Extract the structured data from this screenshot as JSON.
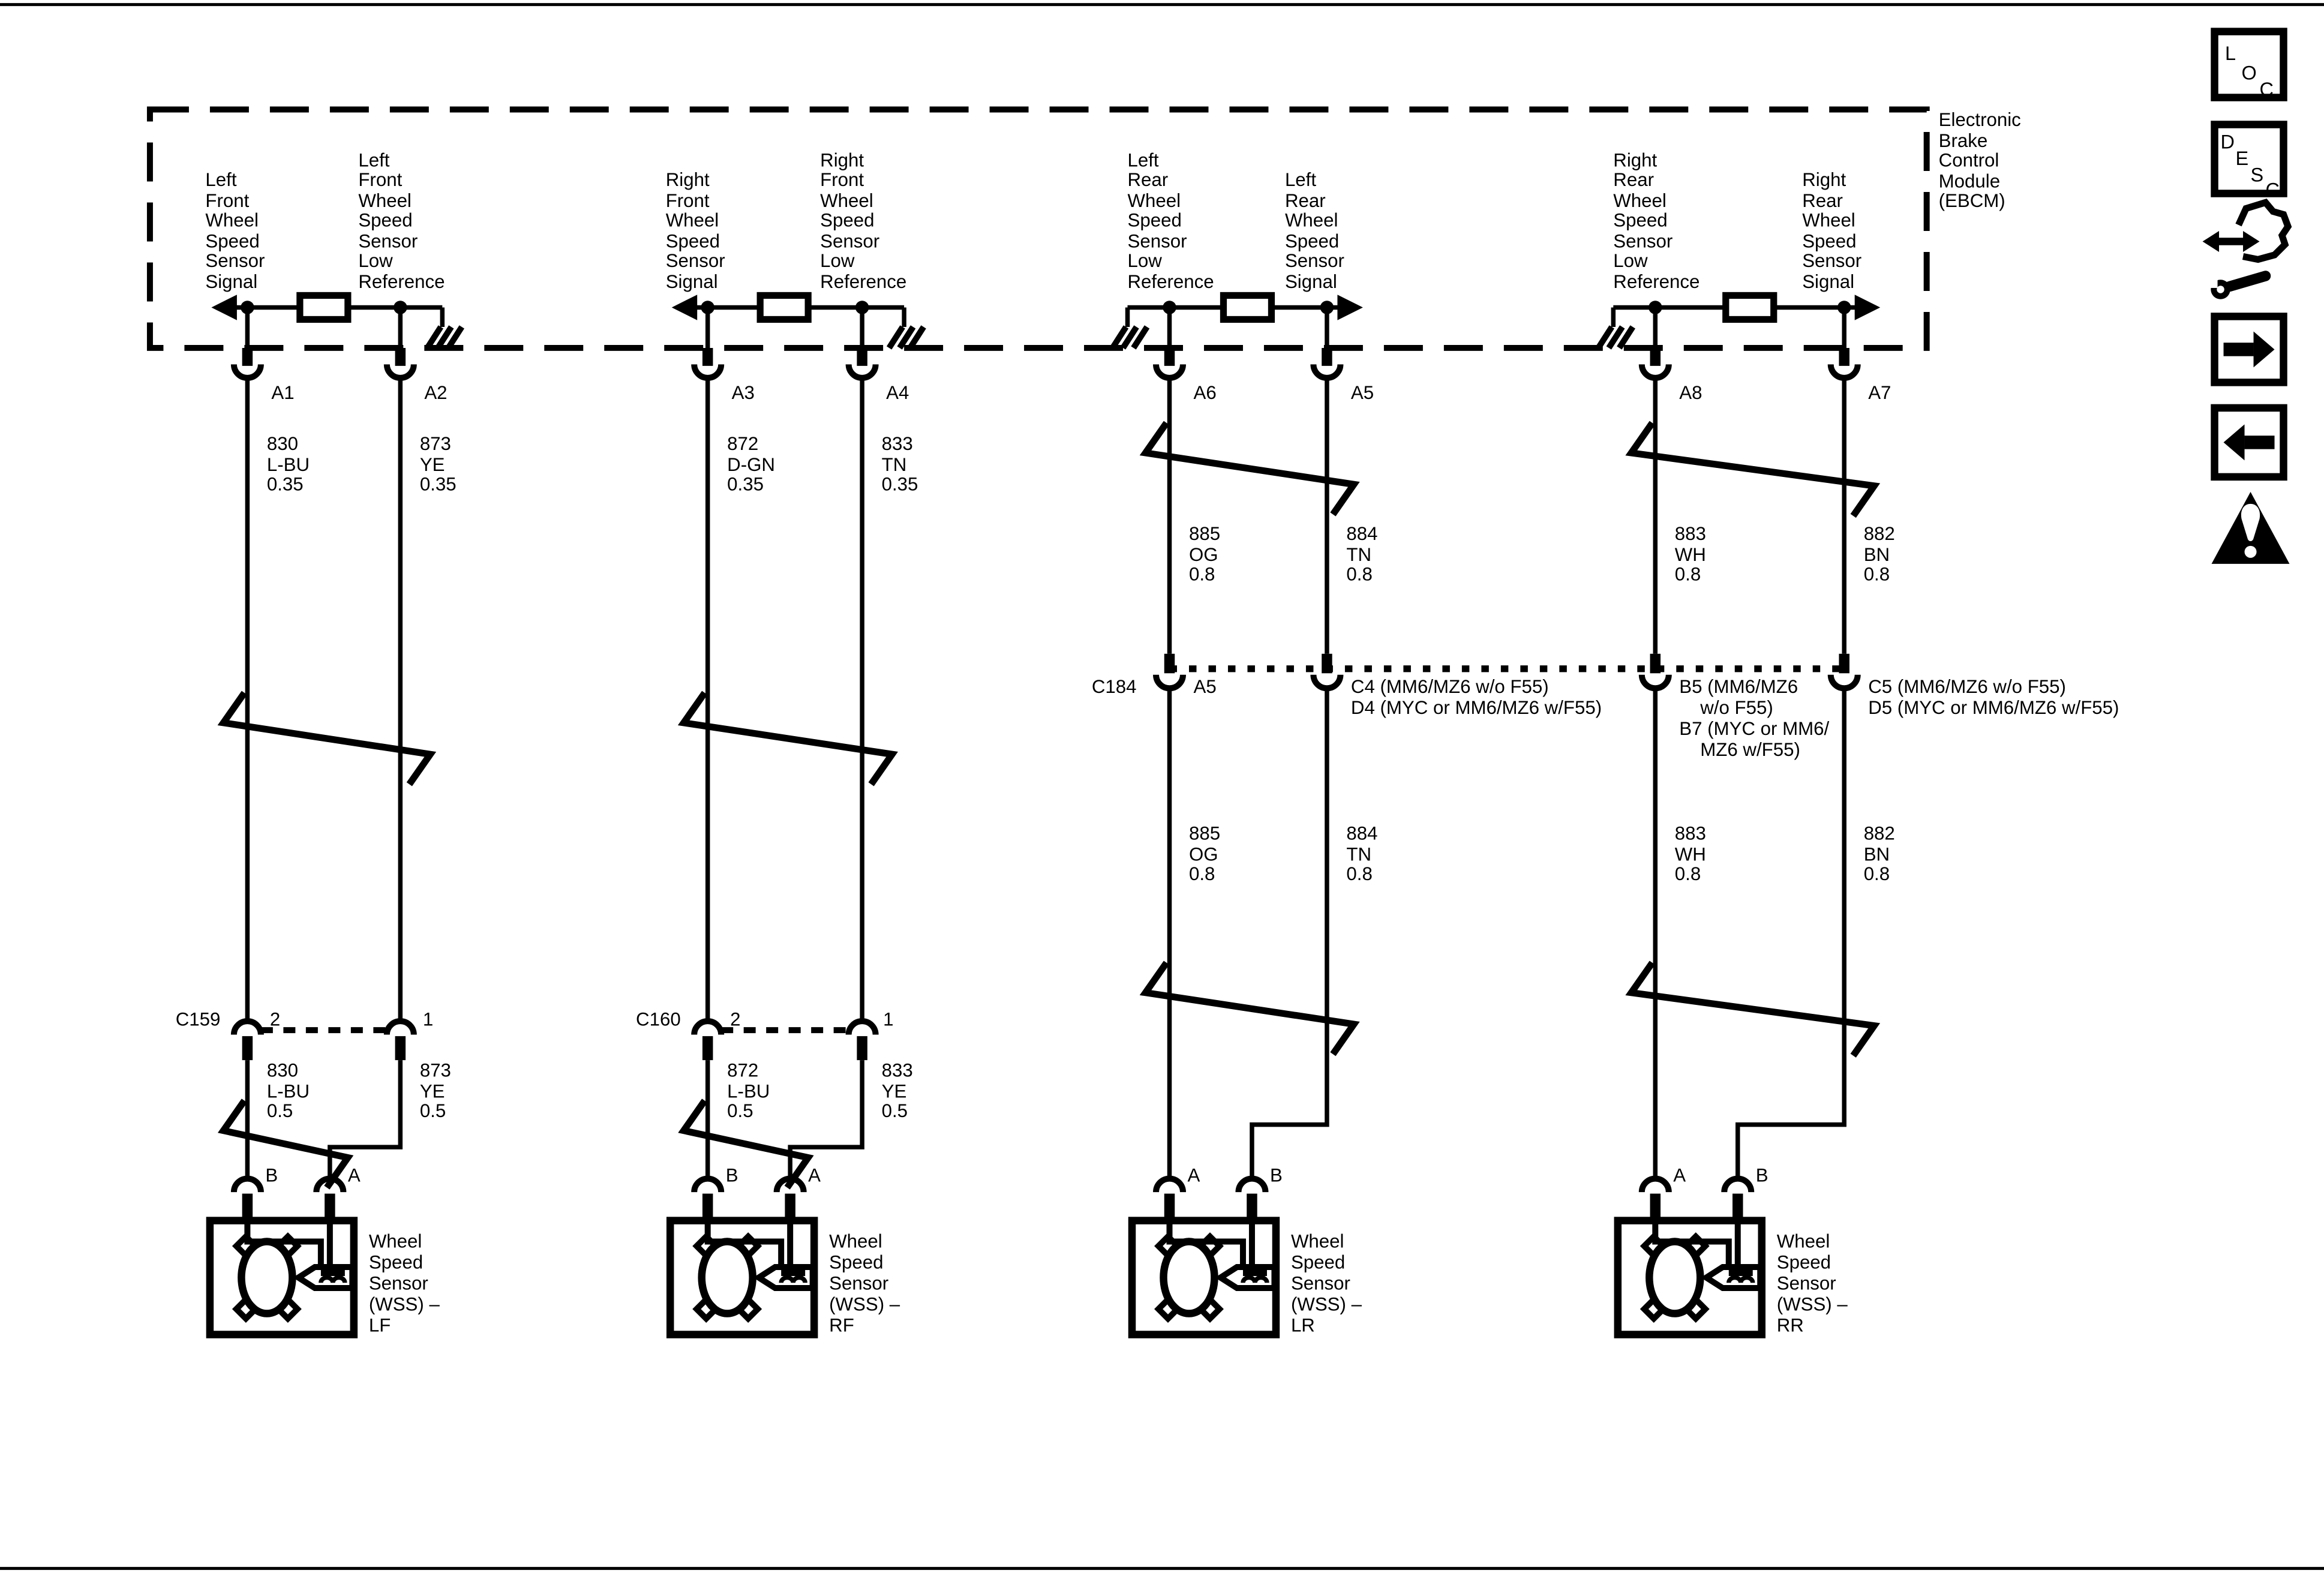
{
  "module": {
    "label_lines": [
      "Electronic",
      "Brake",
      "Control",
      "Module",
      "(EBCM)"
    ]
  },
  "headers": {
    "lf_signal": [
      "Left",
      "Front",
      "Wheel",
      "Speed",
      "Sensor",
      "Signal"
    ],
    "lf_low_ref": [
      "Left",
      "Front",
      "Wheel",
      "Speed",
      "Sensor",
      "Low",
      "Reference"
    ],
    "rf_signal": [
      "Right",
      "Front",
      "Wheel",
      "Speed",
      "Sensor",
      "Signal"
    ],
    "rf_low_ref": [
      "Right",
      "Front",
      "Wheel",
      "Speed",
      "Sensor",
      "Low",
      "Reference"
    ],
    "lr_low_ref": [
      "Left",
      "Rear",
      "Wheel",
      "Speed",
      "Sensor",
      "Low",
      "Reference"
    ],
    "lr_signal": [
      "Left",
      "Rear",
      "Wheel",
      "Speed",
      "Sensor",
      "Signal"
    ],
    "rr_low_ref": [
      "Right",
      "Rear",
      "Wheel",
      "Speed",
      "Sensor",
      "Low",
      "Reference"
    ],
    "rr_signal": [
      "Right",
      "Rear",
      "Wheel",
      "Speed",
      "Sensor",
      "Signal"
    ]
  },
  "ebcm_pins": {
    "lf_signal": "A1",
    "lf_low_ref": "A2",
    "rf_signal": "A3",
    "rf_low_ref": "A4",
    "lr_low_ref": "A6",
    "lr_signal": "A5",
    "rr_low_ref": "A8",
    "rr_signal": "A7"
  },
  "wires": {
    "lf_signal_top": [
      "830",
      "L-BU",
      "0.35"
    ],
    "lf_low_ref_top": [
      "873",
      "YE",
      "0.35"
    ],
    "rf_signal_top": [
      "872",
      "D-GN",
      "0.35"
    ],
    "rf_low_ref_top": [
      "833",
      "TN",
      "0.35"
    ],
    "lr_low_ref_top": [
      "885",
      "OG",
      "0.8"
    ],
    "lr_signal_top": [
      "884",
      "TN",
      "0.8"
    ],
    "rr_low_ref_top": [
      "883",
      "WH",
      "0.8"
    ],
    "rr_signal_top": [
      "882",
      "BN",
      "0.8"
    ],
    "lr_low_ref_bottom": [
      "885",
      "OG",
      "0.8"
    ],
    "lr_signal_bottom": [
      "884",
      "TN",
      "0.8"
    ],
    "rr_low_ref_bottom": [
      "883",
      "WH",
      "0.8"
    ],
    "rr_signal_bottom": [
      "882",
      "BN",
      "0.8"
    ],
    "lf_signal_bottom": [
      "830",
      "L-BU",
      "0.5"
    ],
    "lf_low_ref_bottom": [
      "873",
      "YE",
      "0.5"
    ],
    "rf_signal_bottom": [
      "872",
      "L-BU",
      "0.5"
    ],
    "rf_low_ref_bottom": [
      "833",
      "YE",
      "0.5"
    ]
  },
  "connectors": {
    "c159": {
      "name": "C159",
      "pin_left": "2",
      "pin_right": "1"
    },
    "c160": {
      "name": "C160",
      "pin_left": "2",
      "pin_right": "1"
    },
    "c184": {
      "name": "C184",
      "pin_a5": "A5",
      "pin_c4_lines": [
        "C4 (MM6/MZ6 w/o F55)",
        "D4 (MYC or MM6/MZ6 w/F55)"
      ],
      "pin_b5_lines": [
        "B5 (MM6/MZ6",
        "w/o F55)",
        "B7 (MYC or MM6/",
        "MZ6 w/F55)"
      ],
      "pin_c5_lines": [
        "C5 (MM6/MZ6 w/o F55)",
        "D5 (MYC or MM6/MZ6 w/F55)"
      ]
    }
  },
  "sensors": {
    "lf": {
      "pin_left": "B",
      "pin_right": "A",
      "label_lines": [
        "Wheel",
        "Speed",
        "Sensor",
        "(WSS) –",
        "LF"
      ]
    },
    "rf": {
      "pin_left": "B",
      "pin_right": "A",
      "label_lines": [
        "Wheel",
        "Speed",
        "Sensor",
        "(WSS) –",
        "RF"
      ]
    },
    "lr": {
      "pin_left": "A",
      "pin_right": "B",
      "label_lines": [
        "Wheel",
        "Speed",
        "Sensor",
        "(WSS) –",
        "LR"
      ]
    },
    "rr": {
      "pin_left": "A",
      "pin_right": "B",
      "label_lines": [
        "Wheel",
        "Speed",
        "Sensor",
        "(WSS) –",
        "RR"
      ]
    }
  },
  "sidebar": {
    "loc_letters": [
      "L",
      "O",
      "C"
    ],
    "desc_letters": [
      "D",
      "E",
      "S",
      "C"
    ]
  },
  "colors": {
    "ink": "#000000",
    "paper": "#ffffff"
  }
}
